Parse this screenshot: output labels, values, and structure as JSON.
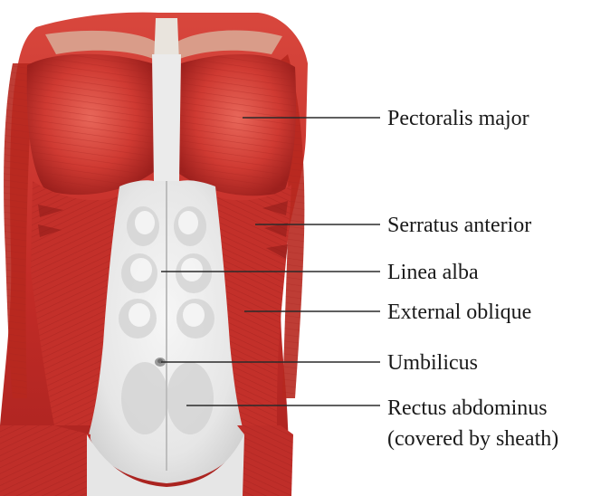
{
  "labels": {
    "pectoralis_major": "Pectoralis major",
    "serratus_anterior": "Serratus anterior",
    "linea_alba": "Linea alba",
    "external_oblique": "External oblique",
    "umbilicus": "Umbilicus",
    "rectus_line1": "Rectus abdominus",
    "rectus_line2": "(covered by sheath)"
  },
  "colors": {
    "muscle": "#c9312c",
    "muscle_dark": "#8e1b18",
    "muscle_light": "#e46a5c",
    "sheath": "#ececec",
    "sheath_shadow": "#c6c6c6",
    "leader_line": "#2a2a2a"
  }
}
